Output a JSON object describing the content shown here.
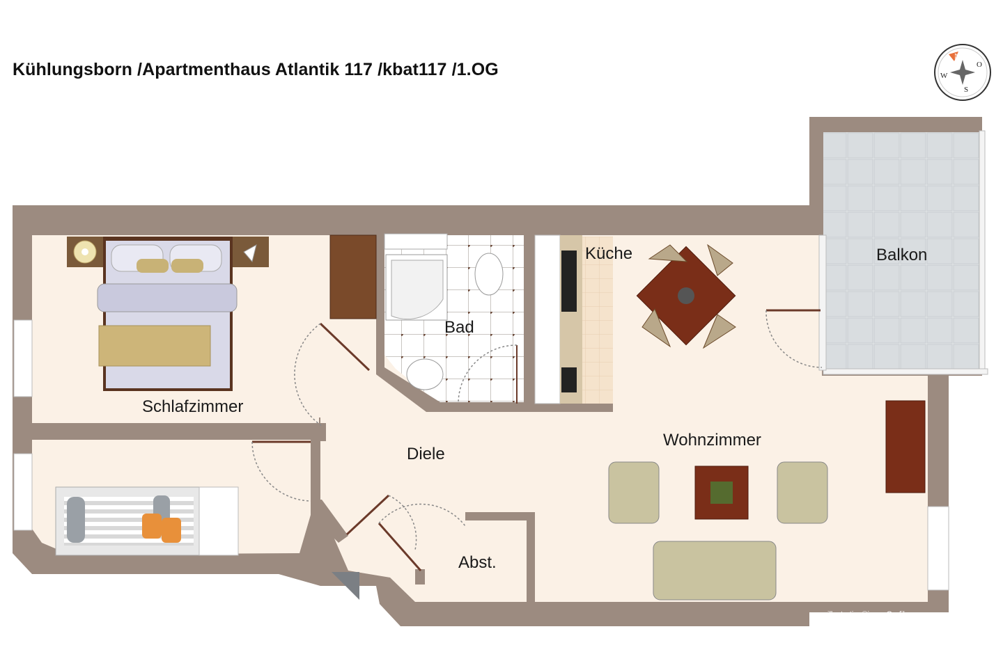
{
  "title": "Kühlungsborn /Apartmenthaus Atlantik 117 /kbat117 /1.OG",
  "rooms": {
    "schlafzimmer": "Schlafzimmer",
    "bad": "Bad",
    "kueche": "Küche",
    "balkon": "Balkon",
    "diele": "Diele",
    "wohnzimmer": "Wohnzimmer",
    "abst": "Abst."
  },
  "compass": {
    "north": "N",
    "east": "O",
    "south": "S",
    "west": "W"
  },
  "credit": "illustration©immoGrafik",
  "colors": {
    "wall": "#9c8b80",
    "floor": "#fbf1e6",
    "tile": "#ffffff",
    "balcony": "#dde1e3"
  }
}
